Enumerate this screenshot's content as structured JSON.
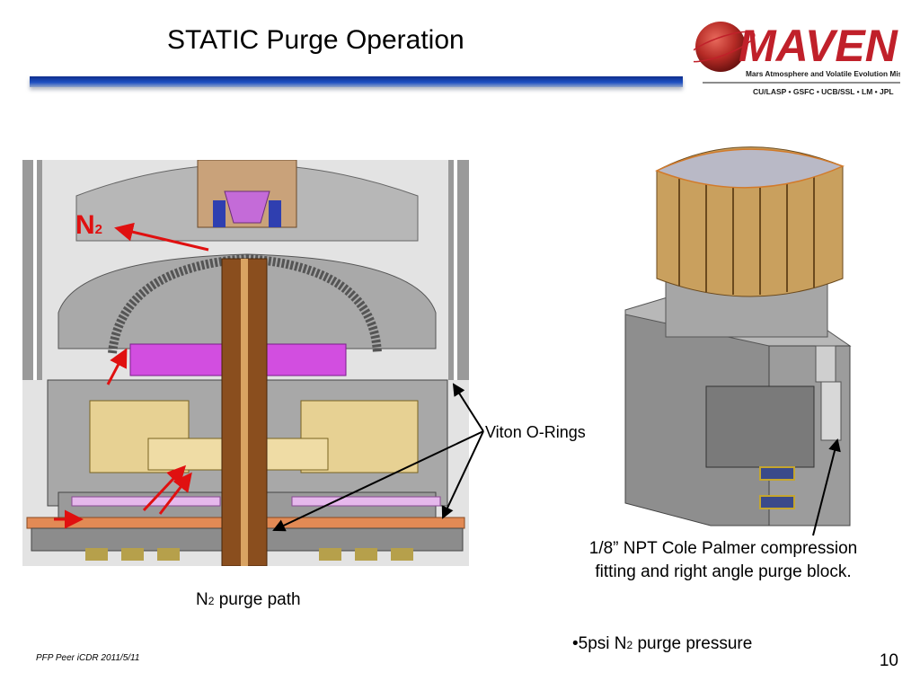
{
  "slide": {
    "title": "STATIC Purge Operation",
    "footer": "PFP Peer iCDR 2011/5/11",
    "page_number": "10"
  },
  "logo": {
    "wordmark": "MAVEN",
    "subtitle": "Mars Atmosphere and Volatile Evolution Mission",
    "partners": "CU/LASP • GSFC • UCB/SSL • LM • JPL"
  },
  "labels": {
    "n2_main": "N",
    "n2_sub": "2",
    "orings": "Viton O-Rings",
    "fitting_caption": "1/8” NPT Cole Palmer compression fitting and right angle purge block.",
    "purge_path_prefix": "N",
    "purge_path_sub": "2",
    "purge_path_suffix": " purge path",
    "pressure_prefix": "•5psi N",
    "pressure_sub": "2",
    "pressure_suffix": " purge pressure"
  },
  "colors": {
    "arrow_red": "#e01010",
    "title_bar": "#1d4fc2",
    "logo_red": "#c0202a"
  }
}
